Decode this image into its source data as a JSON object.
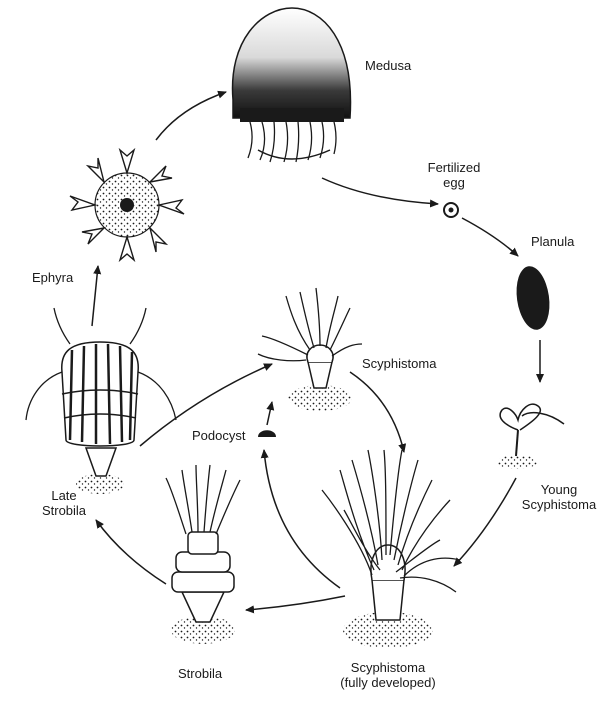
{
  "colors": {
    "ink": "#1a1a1a",
    "paper": "#ffffff"
  },
  "stages": {
    "medusa": "Medusa",
    "fertilized_egg": [
      "Fertilized",
      "egg"
    ],
    "planula": "Planula",
    "young_scyphistoma": [
      "Young",
      "Scyphistoma"
    ],
    "scyphistoma_full": [
      "Scyphistoma",
      "(fully developed)"
    ],
    "strobila": "Strobila",
    "late_strobila": [
      "Late",
      "Strobila"
    ],
    "ephyra": "Ephyra",
    "scyphistoma": "Scyphistoma",
    "podocyst": "Podocyst"
  }
}
